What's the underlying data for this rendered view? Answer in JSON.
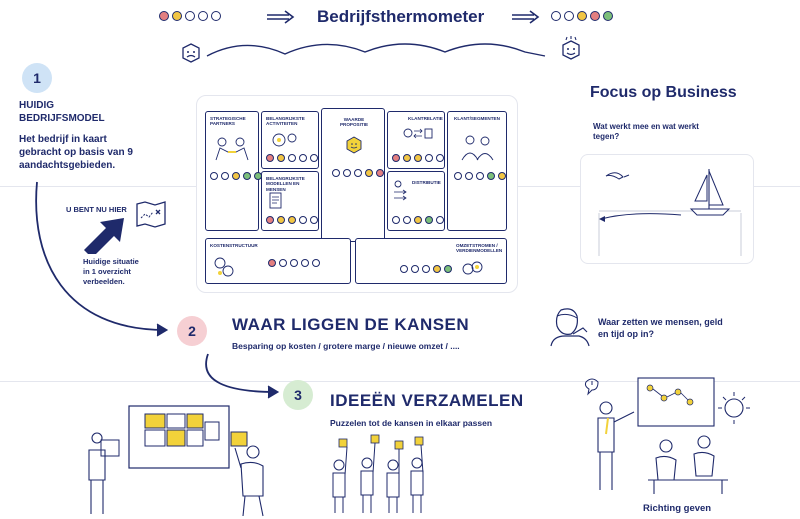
{
  "header": {
    "title": "Bedrijfsthermometer",
    "dot_colors_left": [
      "#e37f80",
      "#f2c644",
      "#ffffff",
      "#ffffff",
      "#ffffff"
    ],
    "dot_colors_right": [
      "#ffffff",
      "#ffffff",
      "#f2c644",
      "#e37f80",
      "#7cbf7a"
    ]
  },
  "step1": {
    "number": "1",
    "title": "HUIDIG BEDRIJFSMODEL",
    "description": "Het bedrijf in kaart gebracht op basis van 9 aandachtsgebieden.",
    "you_are_here": "U BENT NU HIER",
    "caption": "Huidige situatie in 1 overzicht verbeelden.",
    "color": "#cfe3f6"
  },
  "canvas": {
    "cells": {
      "partners": "STRATEGISCHE PARTNERS",
      "activities": "BELANGRIJKSTE ACTIVITEITEN",
      "proposition": "WAARDE PROPOSITIE",
      "relation": "KLANTRELATIE",
      "segments": "KLANT/SEGMENTEN",
      "resources": "BELANGRIJKSTE MODELLEN EN MENSEN",
      "distribution": "DISTRIBUTIE",
      "costs": "KOSTENSTRUCTUUR",
      "revenue": "OMZETSTROMEN / VERDIENMODELLEN"
    },
    "dots": {
      "partners": [
        "#ffffff",
        "#ffffff",
        "#f2c644",
        "#7cbf7a",
        "#7cbf7a"
      ],
      "activities": [
        "#e37f80",
        "#f2c644",
        "#ffffff",
        "#ffffff",
        "#ffffff"
      ],
      "proposition": [
        "#ffffff",
        "#ffffff",
        "#ffffff",
        "#f2c644",
        "#e37f80"
      ],
      "relation": [
        "#e37f80",
        "#f2c644",
        "#f2c644",
        "#ffffff",
        "#ffffff"
      ],
      "segments": [
        "#ffffff",
        "#ffffff",
        "#ffffff",
        "#7cbf7a",
        "#f2c644"
      ],
      "resources": [
        "#e37f80",
        "#f2c644",
        "#f2c644",
        "#ffffff",
        "#ffffff"
      ],
      "distribution": [
        "#ffffff",
        "#ffffff",
        "#f2c644",
        "#7cbf7a",
        "#ffffff"
      ],
      "costs": [
        "#e37f80",
        "#ffffff",
        "#ffffff",
        "#ffffff",
        "#ffffff"
      ],
      "revenue": [
        "#ffffff",
        "#ffffff",
        "#ffffff",
        "#f2c644",
        "#7cbf7a"
      ]
    }
  },
  "focus": {
    "title": "Focus op Business",
    "question": "Wat werkt mee en wat werkt tegen?"
  },
  "step2": {
    "number": "2",
    "title": "WAAR LIGGEN DE KANSEN",
    "subtitle": "Besparing op kosten / grotere marge / nieuwe omzet / ....",
    "side_text": "Waar zetten we mensen, geld en tijd op in?",
    "color": "#f6cfd3"
  },
  "step3": {
    "number": "3",
    "title": "IDEEËN VERZAMELEN",
    "subtitle": "Puzzelen tot de kansen in elkaar passen",
    "color": "#d6ecd2"
  },
  "bottom_right": {
    "caption": "Richting geven"
  },
  "colors": {
    "ink": "#1f2a6b",
    "yellow": "#f2d23a"
  }
}
